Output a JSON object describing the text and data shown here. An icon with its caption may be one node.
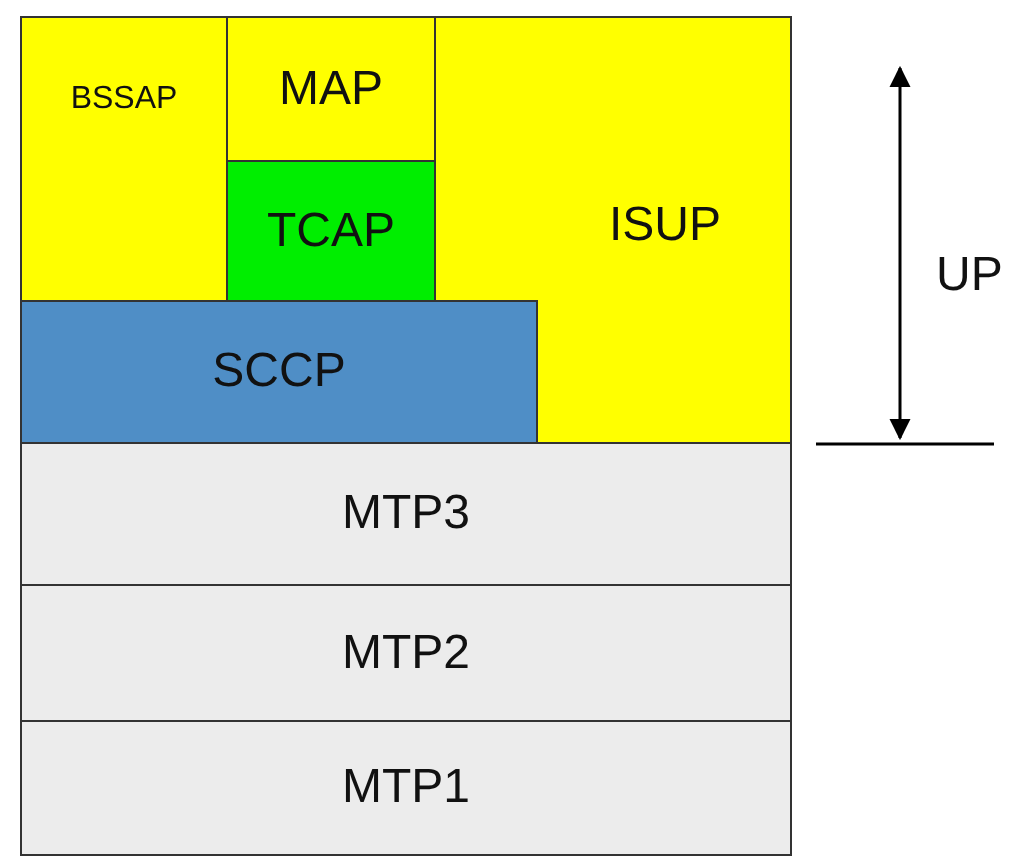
{
  "diagram": {
    "nodes": [
      {
        "text": [
          "BSSAP"
        ]
      },
      {
        "text": [
          "MAP"
        ]
      },
      {
        "text": [
          "TCAP"
        ]
      },
      {
        "text": [
          "ISUP"
        ]
      },
      {
        "text": [
          "SCCP"
        ]
      },
      {
        "text": [
          "MTP3"
        ]
      },
      {
        "text": [
          "MTP2"
        ]
      },
      {
        "text": [
          "MTP1"
        ]
      }
    ],
    "edges": [],
    "labels": [
      "UP"
    ]
  }
}
